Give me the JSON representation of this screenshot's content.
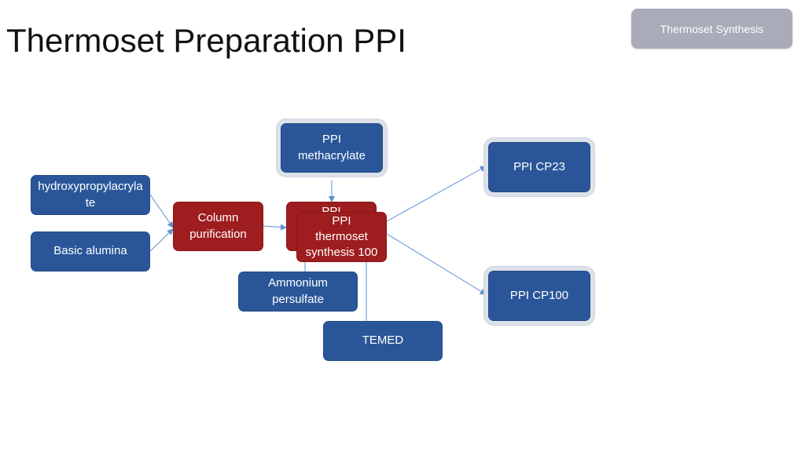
{
  "header": {
    "title": "Thermoset Preparation PPI",
    "nav_button": "Thermoset Synthesis"
  },
  "nodes": {
    "hydroxy": "hydroxypropylacrylate",
    "alumina": "Basic alumina",
    "column": "Column purification",
    "methacrylate": "PPI methacrylate",
    "thermoset_back": "PPI",
    "thermoset": "PPI thermoset synthesis 100",
    "ammonium": "Ammonium persulfate",
    "temed": "TEMED",
    "cp23": "PPI CP23",
    "cp100": "PPI CP100"
  },
  "colors": {
    "node_blue": "#2a5699",
    "node_red": "#9e1d1f",
    "connector": "#5b8fcf",
    "nav_button": "#a9abb8"
  }
}
